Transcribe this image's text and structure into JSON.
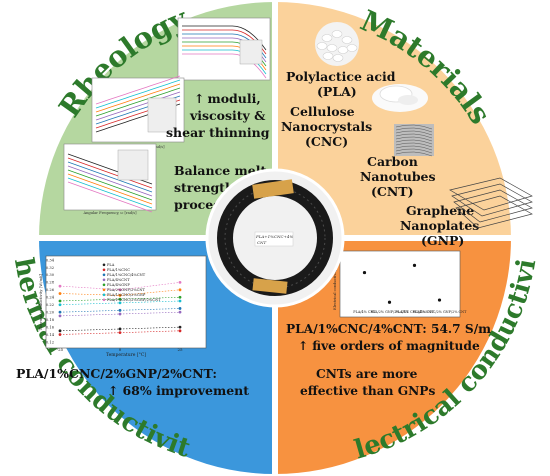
{
  "quadrants": {
    "rheology": {
      "title": "Rheology",
      "color": "#b5d7a0",
      "finding_arrow": "↑",
      "finding_line1": "moduli,",
      "finding_line2": "viscosity &",
      "finding_line3": "shear thinning",
      "balance_line1": "Balance melt",
      "balance_line2": "strength and",
      "balance_line3": "processability",
      "axis_label": "Angular Frequency, ω [rad/s]"
    },
    "materials": {
      "title": "Materials",
      "color": "#fbd29b",
      "pla_line1": "Polylactice acid",
      "pla_line2": "(PLA)",
      "cnc_line1": "Cellulose",
      "cnc_line2": "Nanocrystals",
      "cnc_line3": "(CNC)",
      "cnt_line1": "Carbon",
      "cnt_line2": "Nanotubes",
      "cnt_line3": "(CNT)",
      "gnp_line1": "Graphene",
      "gnp_line2": "Nanoplates",
      "gnp_line3": "(GNP)"
    },
    "thermal": {
      "title": "Thermal conductivity",
      "color": "#3b97dc",
      "finding_line1": "PLA/1%CNC/2%GNP/2%CNT:",
      "finding_arrow": "↑",
      "finding_line2": "68% improvement",
      "chart_xlabel": "Temperature [°C]",
      "chart_ylabel": "Thermal conductivity [W/mK]",
      "y_ticks": [
        "0.34",
        "0.32",
        "0.30",
        "0.28",
        "0.26",
        "0.24",
        "0.22",
        "0.20",
        "0.18",
        "0.16",
        "0.14",
        "0.12"
      ],
      "x_ticks": [
        "-25",
        "0",
        "25"
      ],
      "legend": [
        "PLA",
        "PLA/1%CNC",
        "PLA/1%CNC/4%CNT",
        "PLA/4%CNT",
        "PLA/4%GNP",
        "PLA/2%GNP/2%CNT",
        "PLA/1%CNC/2%GNP",
        "PLA/1%CNC/2%GNP/2%CNT"
      ]
    },
    "electrical": {
      "title": "Electrical conductivity",
      "color": "#f79240",
      "finding_line1": "PLA/1%CNC/4%CNT: 54.7 S/m",
      "finding_arrow": "↑",
      "finding_line2": "five orders of magnitude",
      "note_line1": "CNTs are more",
      "note_line2": "effective than GNPs",
      "chart_ylabel": "Electrical conductivity [S/m]",
      "categories": [
        "PLA/4% CNT",
        "PLA/2% GNP/2% CNT",
        "PLA/1% CNC/4% CNT",
        "PLA/1% CNC/2% GNP/2% CNT"
      ]
    }
  },
  "center_photo": {
    "label_line1": "PLA+1%CNC+4%",
    "label_line2": "CNT"
  },
  "chart_data": [
    {
      "type": "scatter",
      "categories": [
        "PLA/4% CNT",
        "PLA/2% GNP/2% CNT",
        "PLA/1% CNC/4% CNT",
        "PLA/1% CNC/2% GNP/2% CNT"
      ],
      "values": [
        45,
        5,
        54.7,
        8
      ],
      "ylabel": "Electrical conductivity [S/m]",
      "ylim": [
        0,
        70
      ]
    },
    {
      "type": "scatter",
      "xlabel": "Temperature [°C]",
      "ylabel": "Thermal conductivity [W/mK]",
      "x": [
        -25,
        0,
        25
      ],
      "ylim": [
        0.12,
        0.34
      ],
      "series": [
        {
          "name": "PLA",
          "values": [
            0.15,
            0.155,
            0.16
          ]
        },
        {
          "name": "PLA/1%CNC",
          "values": [
            0.14,
            0.145,
            0.15
          ]
        },
        {
          "name": "PLA/1%CNC/4%CNT",
          "values": [
            0.2,
            0.205,
            0.21
          ]
        },
        {
          "name": "PLA/4%CNT",
          "values": [
            0.19,
            0.195,
            0.2
          ]
        },
        {
          "name": "PLA/4%GNP",
          "values": [
            0.23,
            0.235,
            0.24
          ]
        },
        {
          "name": "PLA/2%GNP/2%CNT",
          "values": [
            0.25,
            0.245,
            0.26
          ]
        },
        {
          "name": "PLA/1%CNC/2%GNP",
          "values": [
            0.22,
            0.225,
            0.23
          ]
        },
        {
          "name": "PLA/1%CNC/2%GNP/2%CNT",
          "values": [
            0.27,
            0.26,
            0.28
          ]
        }
      ]
    }
  ],
  "series_colors": [
    "#222222",
    "#d62728",
    "#1f77b4",
    "#9467bd",
    "#2ca02c",
    "#ff7f0e",
    "#17becf",
    "#e377c2"
  ]
}
